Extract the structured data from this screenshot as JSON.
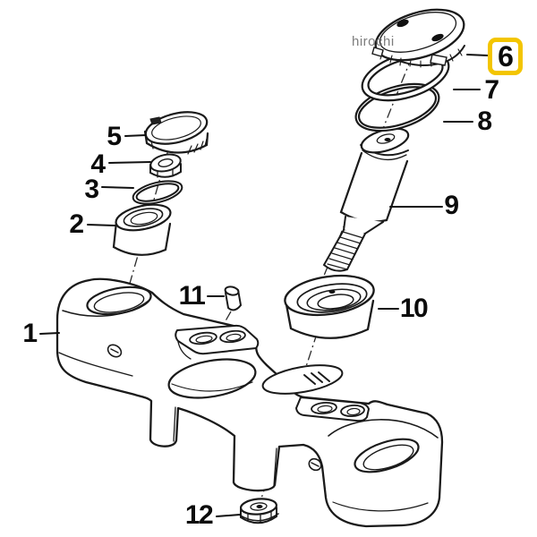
{
  "diagram": {
    "kind": "exploded-parts-diagram",
    "watermark": {
      "text": "hirochi",
      "color": "#7d7d7d"
    },
    "highlighted_callout": {
      "label": "6",
      "box_color": "#F3C500"
    },
    "colors": {
      "line": "#1a1a1a",
      "background": "#ffffff"
    },
    "callouts": [
      {
        "label": "1"
      },
      {
        "label": "2"
      },
      {
        "label": "3"
      },
      {
        "label": "4"
      },
      {
        "label": "5"
      },
      {
        "label": "6"
      },
      {
        "label": "7"
      },
      {
        "label": "8"
      },
      {
        "label": "9"
      },
      {
        "label": "10"
      },
      {
        "label": "11"
      },
      {
        "label": "12"
      }
    ]
  }
}
